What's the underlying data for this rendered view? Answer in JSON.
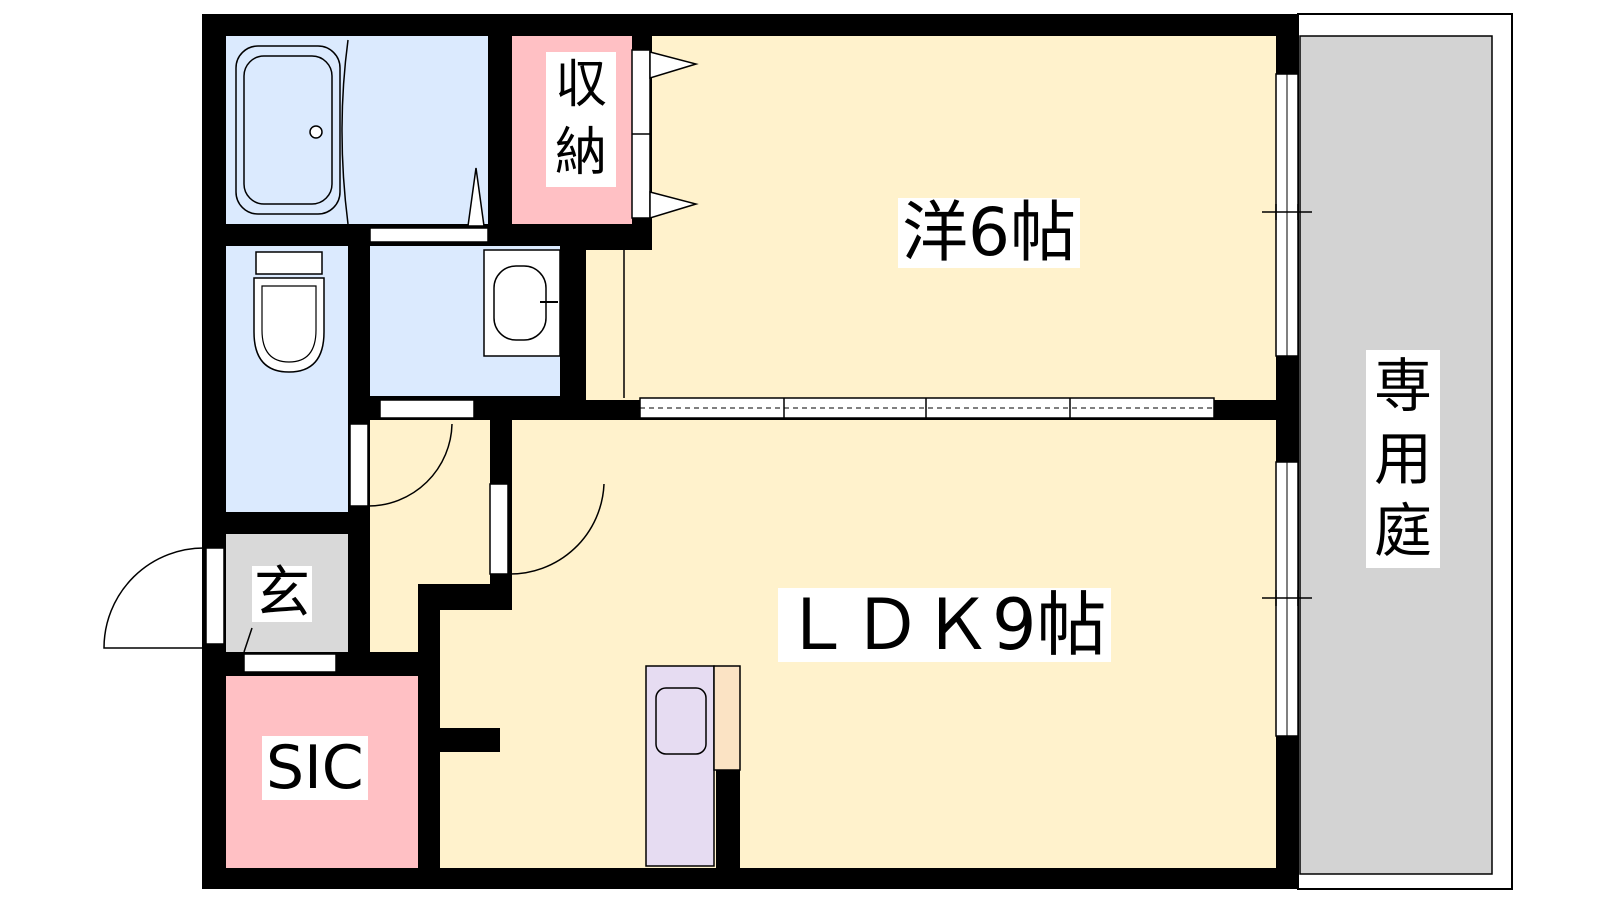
{
  "rooms": {
    "western_room": {
      "label": "洋6帖",
      "fill": "#fff2cc"
    },
    "ldk": {
      "label": "ＬＤＫ9帖",
      "fill": "#fff2cc"
    },
    "storage": {
      "label": "収\n納",
      "fill": "#ffc0c4"
    },
    "sic": {
      "label": "SIC",
      "fill": "#ffc0c4"
    },
    "entrance": {
      "label": "玄",
      "fill": "#d9d9d9"
    },
    "private_garden": {
      "label": "専\n用\n庭",
      "fill": "#d3d3d3"
    },
    "bath": {
      "fill": "#dbeafe"
    },
    "toilet": {
      "fill": "#dbeafe"
    },
    "washroom": {
      "fill": "#dbeafe"
    },
    "fridge": {
      "fill": "#e6dcf2"
    }
  },
  "colors": {
    "wall": "#000000",
    "outline": "#000000"
  }
}
